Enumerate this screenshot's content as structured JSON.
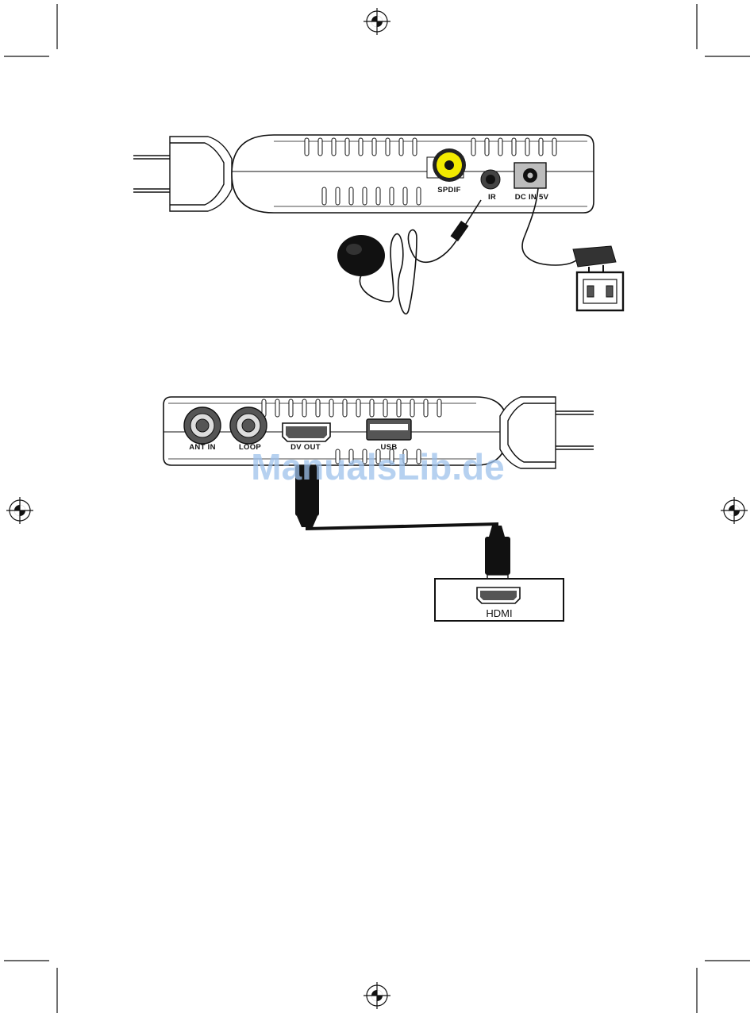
{
  "diagram_top": {
    "ports": {
      "spdif": "SPDIF",
      "ir": "IR",
      "dc_in": "DC IN 5V"
    }
  },
  "diagram_bottom": {
    "ports": {
      "ant_in": "ANT IN",
      "loop": "LOOP",
      "dv_out": "DV OUT",
      "usb": "USB"
    },
    "tv_port": "HDMI"
  },
  "watermark": "ManualsLib.de",
  "colors": {
    "spdif_jack": "#f2ea00",
    "watermark": "#9ec2ec"
  }
}
